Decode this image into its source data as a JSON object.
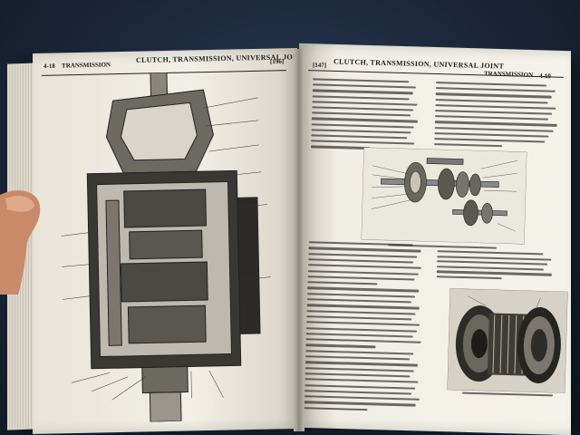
{
  "book": {
    "left_page": {
      "page_number": "4-18",
      "section": "TRANSMISSION",
      "running_title": "CLUTCH, TRANSMISSION, UNIVERSAL JOINT",
      "bracket_number": "[196]"
    },
    "right_page": {
      "bracket_number": "[147]",
      "running_title": "CLUTCH, TRANSMISSION, UNIVERSAL JOINT",
      "section": "TRANSMISSION",
      "page_number": "4-19"
    }
  },
  "colors": {
    "background": "#1c2a3e",
    "page": "#f2efe6",
    "ink": "#222222",
    "skin": "#c98a6a"
  }
}
